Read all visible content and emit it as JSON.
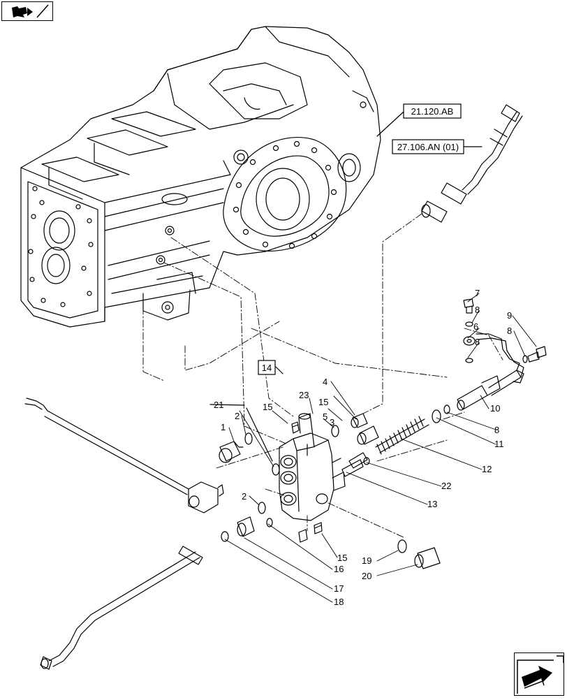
{
  "refs": {
    "r21120": "21.120.AB",
    "r27106": "27.106.AN (01)",
    "r14": "14"
  },
  "callouts": [
    {
      "id": "c1",
      "label": "1"
    },
    {
      "id": "c2a",
      "label": "2"
    },
    {
      "id": "c2b",
      "label": "2"
    },
    {
      "id": "c3",
      "label": "3"
    },
    {
      "id": "c4",
      "label": "4"
    },
    {
      "id": "c5",
      "label": "5"
    },
    {
      "id": "c6",
      "label": "6"
    },
    {
      "id": "c7",
      "label": "7"
    },
    {
      "id": "c8a",
      "label": "8"
    },
    {
      "id": "c8b",
      "label": "8"
    },
    {
      "id": "c8c",
      "label": "8"
    },
    {
      "id": "c8d",
      "label": "8"
    },
    {
      "id": "c9",
      "label": "9"
    },
    {
      "id": "c10",
      "label": "10"
    },
    {
      "id": "c11",
      "label": "11"
    },
    {
      "id": "c12",
      "label": "12"
    },
    {
      "id": "c13",
      "label": "13"
    },
    {
      "id": "c15a",
      "label": "15"
    },
    {
      "id": "c15b",
      "label": "15"
    },
    {
      "id": "c15c",
      "label": "15"
    },
    {
      "id": "c16",
      "label": "16"
    },
    {
      "id": "c17",
      "label": "17"
    },
    {
      "id": "c18",
      "label": "18"
    },
    {
      "id": "c19",
      "label": "19"
    },
    {
      "id": "c20",
      "label": "20"
    },
    {
      "id": "c21",
      "label": "21"
    },
    {
      "id": "c22",
      "label": "22"
    },
    {
      "id": "c23",
      "label": "23"
    }
  ],
  "icons": {
    "prev": "nav-prev-arrow-icon",
    "next": "nav-next-arrow-icon"
  },
  "colors": {
    "line": "#000000",
    "background": "#ffffff"
  }
}
